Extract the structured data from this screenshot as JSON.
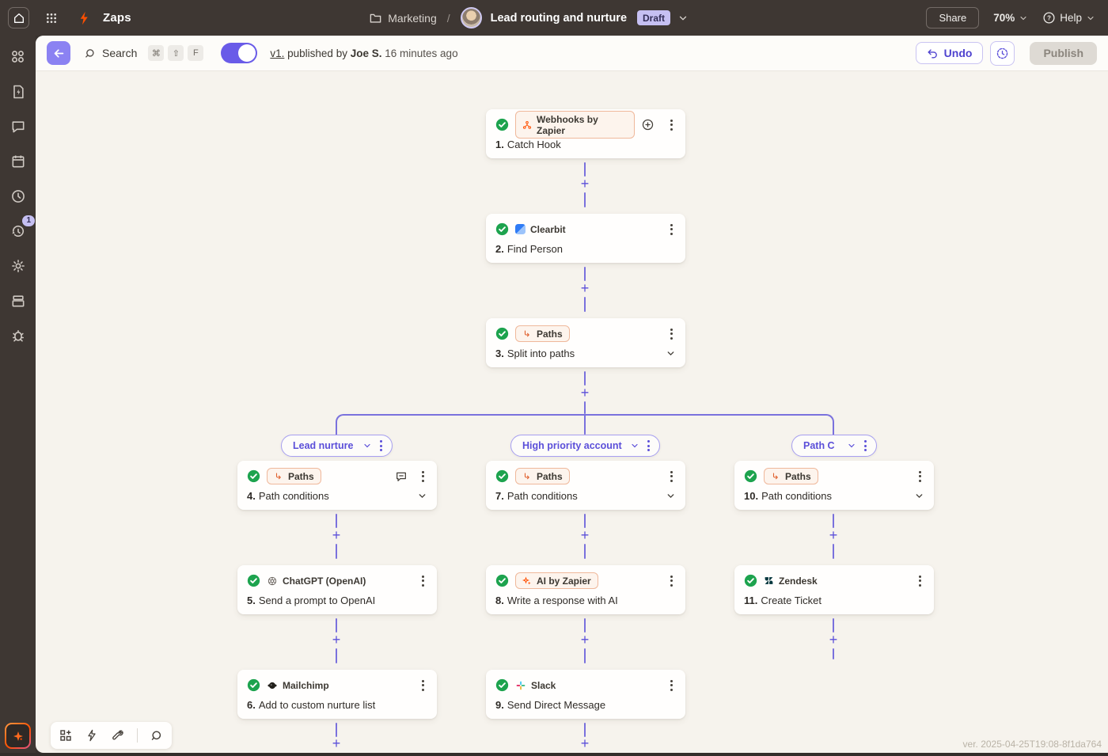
{
  "topbar": {
    "app_title": "Zaps",
    "folder": "Marketing",
    "separator": "/",
    "zap_title": "Lead routing and nurture",
    "status_badge": "Draft",
    "share": "Share",
    "zoom": "70%",
    "help": "Help"
  },
  "sidebar": {
    "notification_count": "1"
  },
  "toolbar": {
    "search": "Search",
    "keys": [
      "⌘",
      "⇧",
      "F"
    ],
    "version": "v1.",
    "published_prefix": "published by",
    "author": "Joe S.",
    "published_time": "16 minutes ago",
    "undo": "Undo",
    "publish": "Publish"
  },
  "canvas": {
    "paths": [
      {
        "label": "Lead nurture"
      },
      {
        "label": "High priority account"
      },
      {
        "label": "Path C"
      }
    ],
    "nodes": [
      {
        "app": "Webhooks by Zapier",
        "step_no": "1.",
        "title": "Catch Hook"
      },
      {
        "app": "Clearbit",
        "step_no": "2.",
        "title": "Find Person"
      },
      {
        "app": "Paths",
        "step_no": "3.",
        "title": "Split into paths"
      },
      {
        "app": "Paths",
        "step_no": "4.",
        "title": "Path conditions"
      },
      {
        "app": "ChatGPT (OpenAI)",
        "step_no": "5.",
        "title": "Send a prompt to OpenAI"
      },
      {
        "app": "Mailchimp",
        "step_no": "6.",
        "title": "Add to custom nurture list"
      },
      {
        "app": "Paths",
        "step_no": "7.",
        "title": "Path conditions"
      },
      {
        "app": "AI by Zapier",
        "step_no": "8.",
        "title": "Write a response with AI"
      },
      {
        "app": "Slack",
        "step_no": "9.",
        "title": "Send Direct Message"
      },
      {
        "app": "Paths",
        "step_no": "10.",
        "title": "Path conditions"
      },
      {
        "app": "Zendesk",
        "step_no": "11.",
        "title": "Create Ticket"
      }
    ],
    "version_stamp": "ver. 2025-04-25T19:08-8f1da764"
  },
  "colors": {
    "accent_purple": "#695be8",
    "brand_orange": "#ff4f00",
    "success_green": "#1da34e",
    "canvas_bg": "#f6f3ed",
    "topbar_bg": "#3e3733"
  }
}
